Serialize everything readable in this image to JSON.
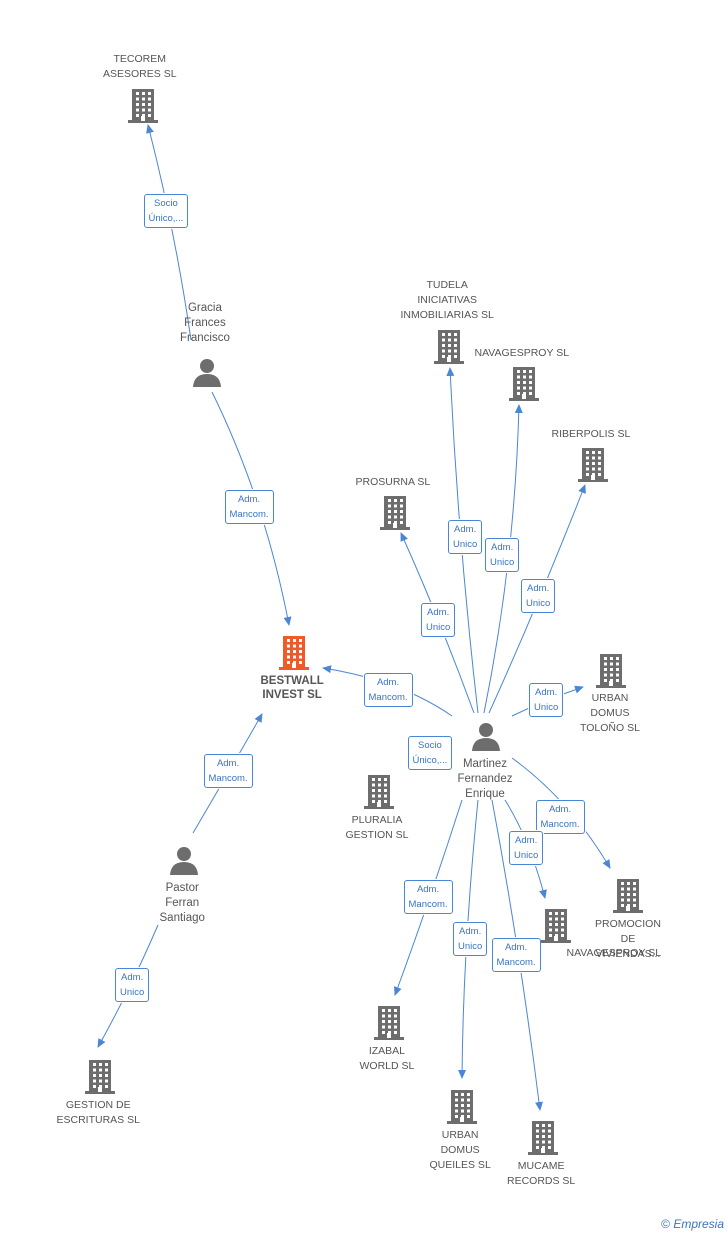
{
  "colors": {
    "edge": "#4a86d6",
    "node_icon": "#6d6d6d",
    "main_icon": "#f05a28",
    "label_text": "#555555"
  },
  "companies": [
    {
      "id": "tecorem",
      "lines": [
        "TECOREM",
        "ASESORES SL"
      ],
      "main": false
    },
    {
      "id": "tudela",
      "lines": [
        "TUDELA",
        "INICIATIVAS",
        "INMOBILIARIAS SL"
      ],
      "main": false
    },
    {
      "id": "navagesproy",
      "lines": [
        "NAVAGESPROY SL"
      ],
      "main": false
    },
    {
      "id": "riberpolis",
      "lines": [
        "RIBERPOLIS SL"
      ],
      "main": false
    },
    {
      "id": "prosurna",
      "lines": [
        "PROSURNA SL"
      ],
      "main": false
    },
    {
      "id": "bestwall",
      "lines": [
        "BESTWALL",
        "INVEST SL"
      ],
      "main": true
    },
    {
      "id": "urban_tolono",
      "lines": [
        "URBAN",
        "DOMUS",
        "TOLOÑO SL"
      ],
      "main": false
    },
    {
      "id": "pluralia",
      "lines": [
        "PLURALIA",
        "GESTION SL"
      ],
      "main": false
    },
    {
      "id": "promocion",
      "lines": [
        "PROMOCION",
        "DE",
        "VIVIENDAS..."
      ],
      "main": false
    },
    {
      "id": "navagesproy2",
      "lines": [
        "NAVAGESPROY SL"
      ],
      "main": false
    },
    {
      "id": "izabal",
      "lines": [
        "IZABAL",
        "WORLD SL"
      ],
      "main": false
    },
    {
      "id": "gestion",
      "lines": [
        "GESTION DE",
        "ESCRITURAS SL"
      ],
      "main": false
    },
    {
      "id": "urban_queiles",
      "lines": [
        "URBAN",
        "DOMUS",
        "QUEILES SL"
      ],
      "main": false
    },
    {
      "id": "mucame",
      "lines": [
        "MUCAME",
        "RECORDS SL"
      ],
      "main": false
    }
  ],
  "persons": [
    {
      "id": "gracia",
      "lines": [
        "Gracia",
        "Frances",
        "Francisco"
      ]
    },
    {
      "id": "martinez",
      "lines": [
        "Martinez",
        "Fernandez",
        "Enrique"
      ]
    },
    {
      "id": "pastor",
      "lines": [
        "Pastor",
        "Ferran",
        "Santiago"
      ]
    }
  ],
  "edges": [
    {
      "id": "e1",
      "lines": [
        "Socio",
        "Único,..."
      ]
    },
    {
      "id": "e2",
      "lines": [
        "Adm.",
        "Mancom."
      ]
    },
    {
      "id": "e3",
      "lines": [
        "Adm.",
        "Unico"
      ]
    },
    {
      "id": "e4",
      "lines": [
        "Adm.",
        "Unico"
      ]
    },
    {
      "id": "e5",
      "lines": [
        "Adm.",
        "Unico"
      ]
    },
    {
      "id": "e6",
      "lines": [
        "Adm.",
        "Unico"
      ]
    },
    {
      "id": "e7",
      "lines": [
        "Adm.",
        "Mancom."
      ]
    },
    {
      "id": "e8",
      "lines": [
        "Adm.",
        "Unico"
      ]
    },
    {
      "id": "e9",
      "lines": [
        "Socio",
        "Único,..."
      ]
    },
    {
      "id": "e10",
      "lines": [
        "Adm.",
        "Mancom."
      ]
    },
    {
      "id": "e11",
      "lines": [
        "Adm.",
        "Unico"
      ]
    },
    {
      "id": "e12",
      "lines": [
        "Adm.",
        "Mancom."
      ]
    },
    {
      "id": "e13",
      "lines": [
        "Adm.",
        "Unico"
      ]
    },
    {
      "id": "e14",
      "lines": [
        "Adm.",
        "Mancom."
      ]
    },
    {
      "id": "e15",
      "lines": [
        "Adm.",
        "Mancom."
      ]
    },
    {
      "id": "e16",
      "lines": [
        "Adm.",
        "Unico"
      ]
    }
  ],
  "footer": {
    "copyright": "©",
    "brand": "Empresia"
  }
}
